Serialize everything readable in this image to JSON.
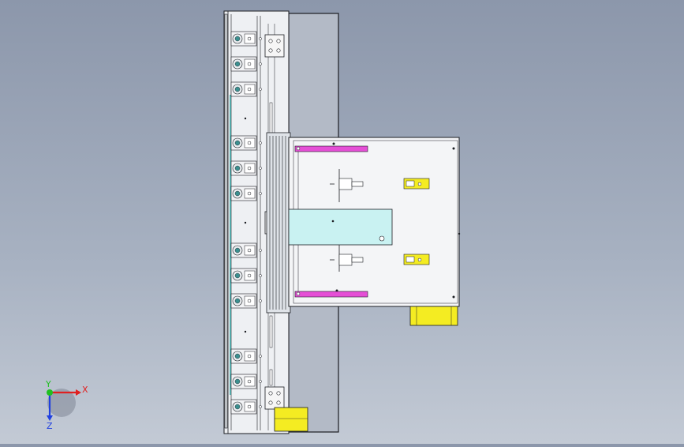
{
  "viewport": {
    "background_top": "#8c97ab",
    "background_bottom": "#c3cad5"
  },
  "model": {
    "colors": {
      "frame": "#e8eaee",
      "plate": "#f4f5f7",
      "rail": "#d9dde3",
      "cyan_plate": "#c9f2f2",
      "magenta_bar": "#e54fd6",
      "yellow_block": "#f4ec22",
      "gray_panel": "#b9c0cb",
      "outline": "#1b1d22",
      "roller": "#3b8f8f"
    },
    "roller_groups": [
      3,
      3,
      3,
      3
    ]
  },
  "triad": {
    "x_label": "X",
    "y_label": "Y",
    "z_label": "Z",
    "x_color": "#e02020",
    "y_color": "#20c020",
    "z_color": "#2040e0"
  }
}
